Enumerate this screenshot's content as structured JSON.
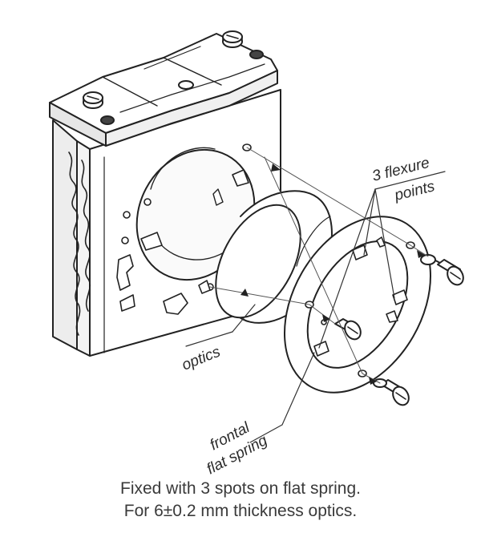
{
  "labels": {
    "flexure_line1": "3 flexure",
    "flexure_line2": "points",
    "optics": "optics",
    "spring_line1": "frontal",
    "spring_line2": "flat spring"
  },
  "caption": {
    "line1": "Fixed with 3 spots on flat spring.",
    "line2": "For 6±0.2 mm thickness optics."
  }
}
